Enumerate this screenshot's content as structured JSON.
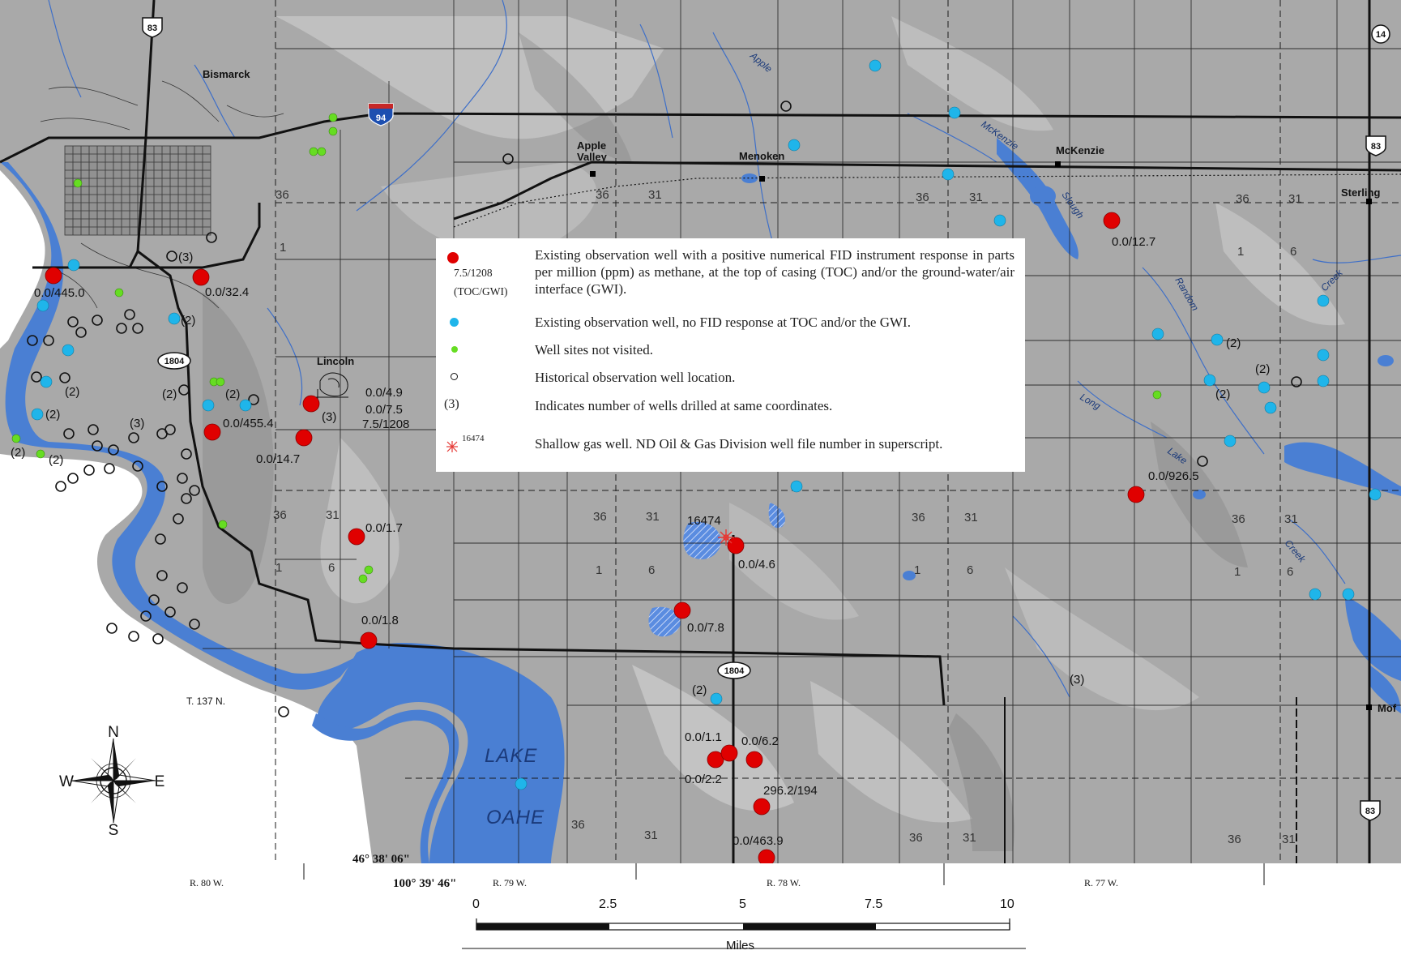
{
  "map": {
    "towns": [
      "Bismarck",
      "Apple Valley",
      "Menoken",
      "McKenzie",
      "Sterling",
      "Lincoln",
      "Moffit"
    ],
    "water_label_1": "LAKE",
    "water_label_2": "OAHE",
    "highways": {
      "us83": "83",
      "i94": "94",
      "nd1804": "1804",
      "nd14": "14"
    },
    "township_label": "T. 137 N.",
    "ranges": [
      "R. 80 W.",
      "R. 79 W.",
      "R. 78 W.",
      "R. 77 W."
    ],
    "latitude": "46° 38' 06\"",
    "longitude": "100° 39' 46\"",
    "compass": {
      "n": "N",
      "s": "S",
      "e": "E",
      "w": "W"
    },
    "scale": {
      "ticks": [
        "0",
        "2.5",
        "5",
        "7.5",
        "10"
      ],
      "unit": "Miles"
    },
    "section_numbers": [
      "36",
      "31",
      "1",
      "6"
    ],
    "streams": [
      "Apple",
      "McKenzie",
      "Slough",
      "Random",
      "Long",
      "Lake",
      "Creek"
    ],
    "well_labels": [
      "0.0/445.0",
      "0.0/32.4",
      "0.0/455.4",
      "0.0/14.7",
      "0.0/4.9",
      "0.0/7.5",
      "7.5/1208",
      "0.0/1.7",
      "0.0/1.8",
      "0.0/4.6",
      "0.0/7.8",
      "16474",
      "0.0/1.1",
      "0.0/6.2",
      "0.0/2.2",
      "296.2/194",
      "0.0/463.9",
      "0.0/12.7",
      "0.0/926.5"
    ],
    "well_counts": [
      "(2)",
      "(3)"
    ],
    "colors": {
      "terrain": "#a9a9a9",
      "water": "#4a7fd3",
      "road": "#111111",
      "positive_well": "#e00000",
      "no_response_well": "#1fb5ea",
      "not_visited": "#66dd22"
    }
  },
  "legend": {
    "positive": {
      "value": "7.5/1208",
      "value_units": "(TOC/GWI)",
      "text": "Existing observation well with a positive numerical FID instrument response in parts per million (ppm) as methane, at the top of casing (TOC) and/or the ground-water/air interface (GWI)."
    },
    "no_response": {
      "text": "Existing observation well, no FID response at TOC and/or the GWI."
    },
    "not_visited": {
      "text": "Well sites not visited."
    },
    "historical": {
      "text": "Historical observation well location."
    },
    "count": {
      "symbol": "(3)",
      "text": "Indicates number of wells drilled at same coordinates."
    },
    "gas_well": {
      "superscript": "16474",
      "text": "Shallow gas well. ND Oil & Gas Division well file number in superscript."
    }
  }
}
